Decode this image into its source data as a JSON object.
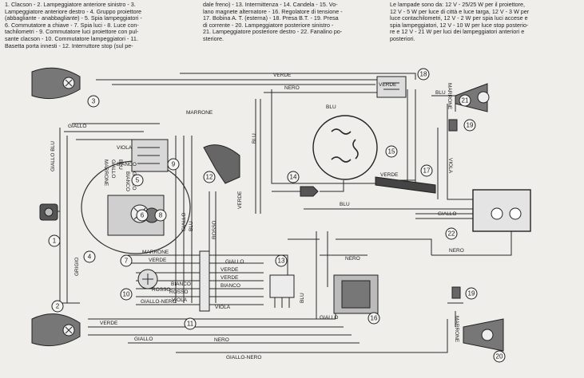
{
  "legend": {
    "col1": [
      "1. Clacson - 2. Lampeggiatore anteriore sinistro - 3.",
      "Lampeggiatore anteriore destro - 4. Gruppo proiettore",
      "(abbagliante - anabbagliante) - 5. Spia lampeggiatori -",
      "6. Commutatore a chiave - 7. Spia luci - 8. Luce con-",
      "tachilometri - 9. Commutatore luci proiettore con pul-",
      "sante clacson - 10. Commutatore lampeggiatori - 11.",
      "Basetta porta innesti - 12. Interruttore stop (sul pe-"
    ],
    "col2": [
      "dale freno) - 13. Intermittenza - 14. Candela - 15. Vo-",
      "lano magnete alternatore - 16. Regolatore di tensione -",
      "17. Bobina A. T. (esterna) - 18. Presa B.T. - 19. Presa",
      "di corrente - 20. Lampeggiatore posteriore sinistro -",
      "21. Lampeggiatore posteriore destro - 22. Fanalino po-",
      "steriore."
    ],
    "col3": [
      "Le lampade sono da: 12 V - 25/25 W per il proiettore,",
      "12 V - 5 W per luce di città e luce targa, 12 V - 3 W per",
      "luce contachilometri, 12 V - 2 W per spia luci accese e",
      "spia lampeggiatori, 12 V - 10 W per luce stop posterio-",
      "re e 12 V - 21 W per luci dei lampeggiatori anteriori e",
      "posteriori."
    ]
  },
  "wire_labels": {
    "verde_top": "VERDE",
    "nero_top": "NERO",
    "verde_18": "VERDE",
    "blu_15": "BLU",
    "marrone_top": "MARRONE",
    "marrone_right": "MARRONE",
    "blu_right": "BLU",
    "viola_right": "VIOLA",
    "giallo_1": "GIALLO",
    "viola_1": "VIOLA",
    "bianco_1": "BIANCO",
    "marrone_v": "MARRONE",
    "giallo_v": "GIALLO",
    "blu_v": "BLU",
    "verde_12": "VERDE",
    "blu_12": "BLU",
    "verde_17": "VERDE",
    "blu_mid": "BLU",
    "giallo_22": "GIALLO",
    "nero_22": "NERO",
    "giallo_mid": "GIALLO",
    "blu_mid2": "BLU",
    "rosso_mid": "ROSSO",
    "grigio": "GRIGIO",
    "giallo_11": "GIALLO",
    "verde_11": "VERDE",
    "verde_11b": "VERDE",
    "bianco_11": "BIANCO",
    "viola_11": "VIOLA",
    "nero_16": "NERO",
    "marrone_10": "MARRONE",
    "verde_10": "VERDE",
    "rosso_10": "ROSSO",
    "bianco_10": "BIANCO",
    "rosso_10b": "ROSSO",
    "giallo_nero_10": "GIALLO-NERO",
    "viola_10": "VIOLA",
    "giallo_16": "GIALLO",
    "blu_16": "BLU",
    "verde_bottom": "VERDE",
    "giallo_bottom": "GIALLO",
    "nero_bottom": "NERO",
    "giallo_nero_bottom": "GIALLO-NERO",
    "marrone_20": "MARRONE",
    "giallo_blu_left": "GIALLO BLU",
    "bianco_v": "BIANCO",
    "giallo_v2": "GIALLO"
  },
  "components": {
    "c1": "1",
    "c2": "2",
    "c3": "3",
    "c4": "4",
    "c5": "5",
    "c6": "6",
    "c7": "7",
    "c8": "8",
    "c9": "9",
    "c10": "10",
    "c11": "11",
    "c12": "12",
    "c13": "13",
    "c14": "14",
    "c15": "15",
    "c16": "16",
    "c17": "17",
    "c18": "18",
    "c19a": "19",
    "c19b": "19",
    "c20": "20",
    "c21": "21",
    "c22": "22"
  }
}
